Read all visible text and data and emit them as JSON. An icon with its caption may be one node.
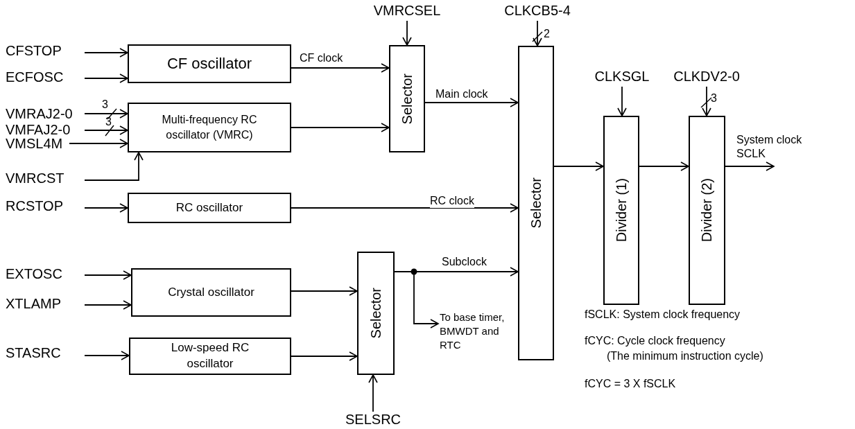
{
  "diagram": {
    "nodes": [
      {
        "text": [
          "CFSTOP"
        ]
      },
      {
        "text": [
          "ECFOSC"
        ]
      },
      {
        "text": [
          "VMRAJ2-0"
        ]
      },
      {
        "text": [
          "VMFAJ2-0"
        ]
      },
      {
        "text": [
          "VMSL4M"
        ]
      },
      {
        "text": [
          "VMRCST"
        ]
      },
      {
        "text": [
          "RCSTOP"
        ]
      },
      {
        "text": [
          "EXTOSC"
        ]
      },
      {
        "text": [
          "XTLAMP"
        ]
      },
      {
        "text": [
          "STASRC"
        ]
      },
      {
        "text": [
          "CF oscillator"
        ]
      },
      {
        "text": [
          "Multi-frequency RC oscillator (VMRC)"
        ]
      },
      {
        "text": [
          "RC oscillator"
        ]
      },
      {
        "text": [
          "Crystal oscillator"
        ]
      },
      {
        "text": [
          "Low-speed RC oscillator"
        ]
      },
      {
        "text": [
          "Selector"
        ]
      },
      {
        "text": [
          "VMRCSEL"
        ]
      },
      {
        "text": [
          "Selector"
        ]
      },
      {
        "text": [
          "CLKCB5-4"
        ]
      },
      {
        "text": [
          "Selector"
        ]
      },
      {
        "text": [
          "SELSRC"
        ]
      },
      {
        "text": [
          "Divider (1)"
        ]
      },
      {
        "text": [
          "CLKSGL"
        ]
      },
      {
        "text": [
          "Divider (2)"
        ]
      },
      {
        "text": [
          "CLKDV2-0"
        ]
      },
      {
        "text": [
          "To base timer, BMWDT and RTC"
        ]
      }
    ],
    "edges": [
      {
        "from": 0,
        "to": 10,
        "arrow": "to"
      },
      {
        "from": 1,
        "to": 10,
        "arrow": "to"
      },
      {
        "from": 2,
        "to": 11,
        "arrow": "to"
      },
      {
        "from": 3,
        "to": 11,
        "arrow": "to"
      },
      {
        "from": 4,
        "to": 11,
        "arrow": "to"
      },
      {
        "from": 5,
        "to": 11,
        "arrow": "to"
      },
      {
        "from": 6,
        "to": 12,
        "arrow": "to"
      },
      {
        "from": 7,
        "to": 13,
        "arrow": "to"
      },
      {
        "from": 8,
        "to": 13,
        "arrow": "to"
      },
      {
        "from": 9,
        "to": 14,
        "arrow": "to"
      },
      {
        "from": 10,
        "to": 15,
        "arrow": "to",
        "label": "CF clock"
      },
      {
        "from": 11,
        "to": 15,
        "arrow": "to"
      },
      {
        "from": 16,
        "to": 15,
        "arrow": "to"
      },
      {
        "from": 15,
        "to": 17,
        "arrow": "to",
        "label": "Main clock"
      },
      {
        "from": 12,
        "to": 17,
        "arrow": "to",
        "label": "RC clock"
      },
      {
        "from": 18,
        "to": 17,
        "arrow": "to"
      },
      {
        "from": 13,
        "to": 19,
        "arrow": "to"
      },
      {
        "from": 14,
        "to": 19,
        "arrow": "to"
      },
      {
        "from": 20,
        "to": 19,
        "arrow": "to"
      },
      {
        "from": 19,
        "to": 17,
        "arrow": "to",
        "label": "Subclock"
      },
      {
        "from": 19,
        "to": 25,
        "arrow": "to"
      },
      {
        "from": 17,
        "to": 21,
        "arrow": "to"
      },
      {
        "from": 22,
        "to": 21,
        "arrow": "to"
      },
      {
        "from": 21,
        "to": 23,
        "arrow": "to"
      },
      {
        "from": 24,
        "to": 23,
        "arrow": "to"
      },
      {
        "from": 23,
        "to": null,
        "arrow": "to",
        "label": "System clock SCLK"
      }
    ],
    "labels": [
      "3",
      "3",
      "2",
      "3",
      "fSCLK: System clock frequency",
      "fCYC: Cycle clock frequency",
      "(The minimum instruction cycle)",
      "fCYC = 3 X fSCLK"
    ]
  }
}
